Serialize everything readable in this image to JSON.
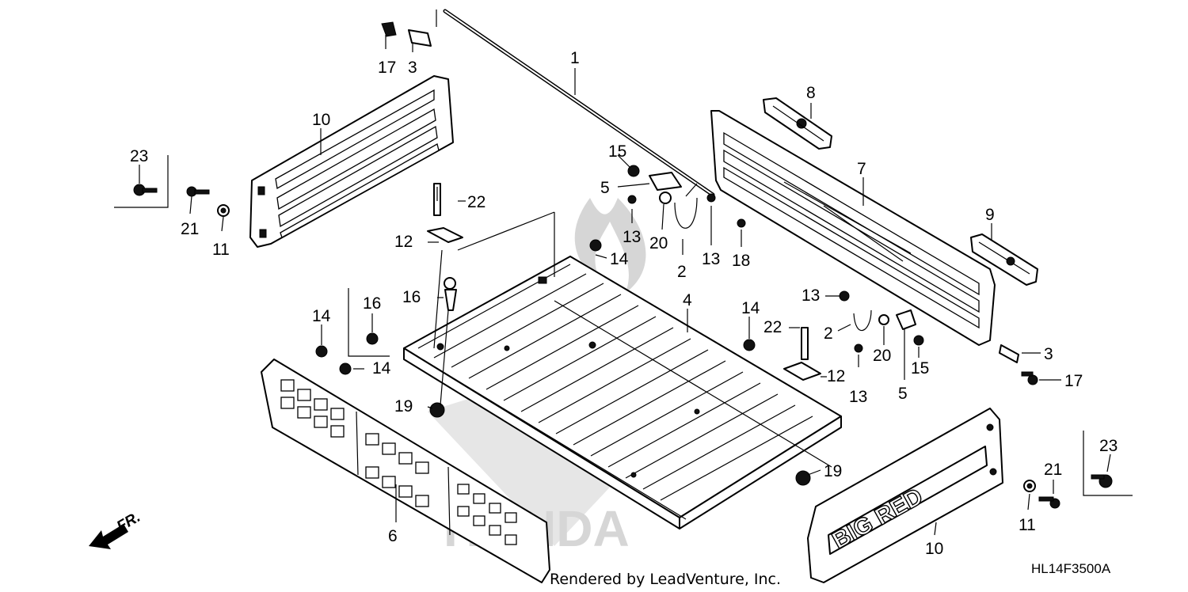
{
  "diagram": {
    "labels": {
      "p1": "1",
      "p2a": "2",
      "p2b": "2",
      "p3a": "3",
      "p3b": "3",
      "p4": "4",
      "p5a": "5",
      "p5b": "5",
      "p6": "6",
      "p7": "7",
      "p8": "8",
      "p9": "9",
      "p10a": "10",
      "p10b": "10",
      "p11a": "11",
      "p11b": "11",
      "p12a": "12",
      "p12b": "12",
      "p13a": "13",
      "p13b": "13",
      "p13c": "13",
      "p13d": "13",
      "p14a": "14",
      "p14b": "14",
      "p14c": "14",
      "p14d": "14",
      "p15a": "15",
      "p15b": "15",
      "p16": "16",
      "p17a": "17",
      "p17b": "17",
      "p18": "18",
      "p19a": "19",
      "p19b": "19",
      "p20a": "20",
      "p20b": "20",
      "p21a": "21",
      "p21b": "21",
      "p22a": "22",
      "p22b": "22",
      "p23a": "23",
      "p23b": "23"
    },
    "direction_label": "FR.",
    "panel_lettering": "BIG RED",
    "diagram_code": "HL14F3500A",
    "watermark": "HONDA"
  },
  "footer": {
    "credit": "Rendered by LeadVenture, Inc."
  }
}
